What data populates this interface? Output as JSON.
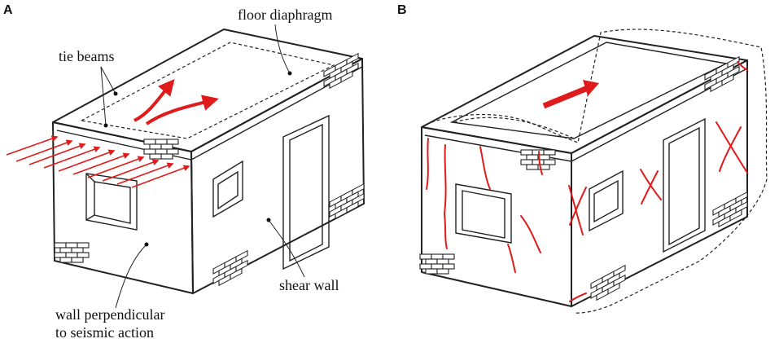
{
  "panels": {
    "a": {
      "label": "A"
    },
    "b": {
      "label": "B"
    }
  },
  "annotations": {
    "floor_diaphragm": "floor diaphragm",
    "tie_beams": "tie beams",
    "shear_wall": "shear wall",
    "wall_perpendicular_line1": "wall perpendicular",
    "wall_perpendicular_line2": "to seismic action"
  },
  "colors": {
    "seismic_arrow": "#e01b1b",
    "crack": "#e01b1b",
    "outline": "#222222"
  },
  "icons": {
    "seismic_action": "red-arrow-field",
    "diaphragm_flow": "red-curved-arrows",
    "masonry": "brick-pattern"
  }
}
